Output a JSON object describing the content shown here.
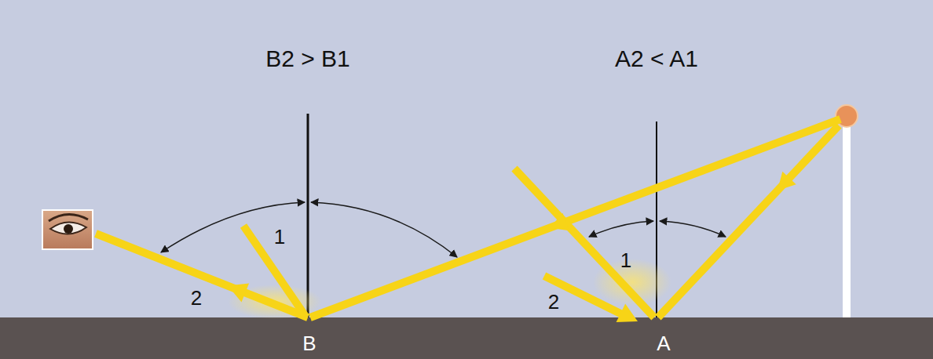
{
  "diagram": {
    "labels": [
      "B2 > B1",
      "A2 < A1",
      "1",
      "2",
      "1",
      "2",
      "B",
      "A"
    ]
  }
}
